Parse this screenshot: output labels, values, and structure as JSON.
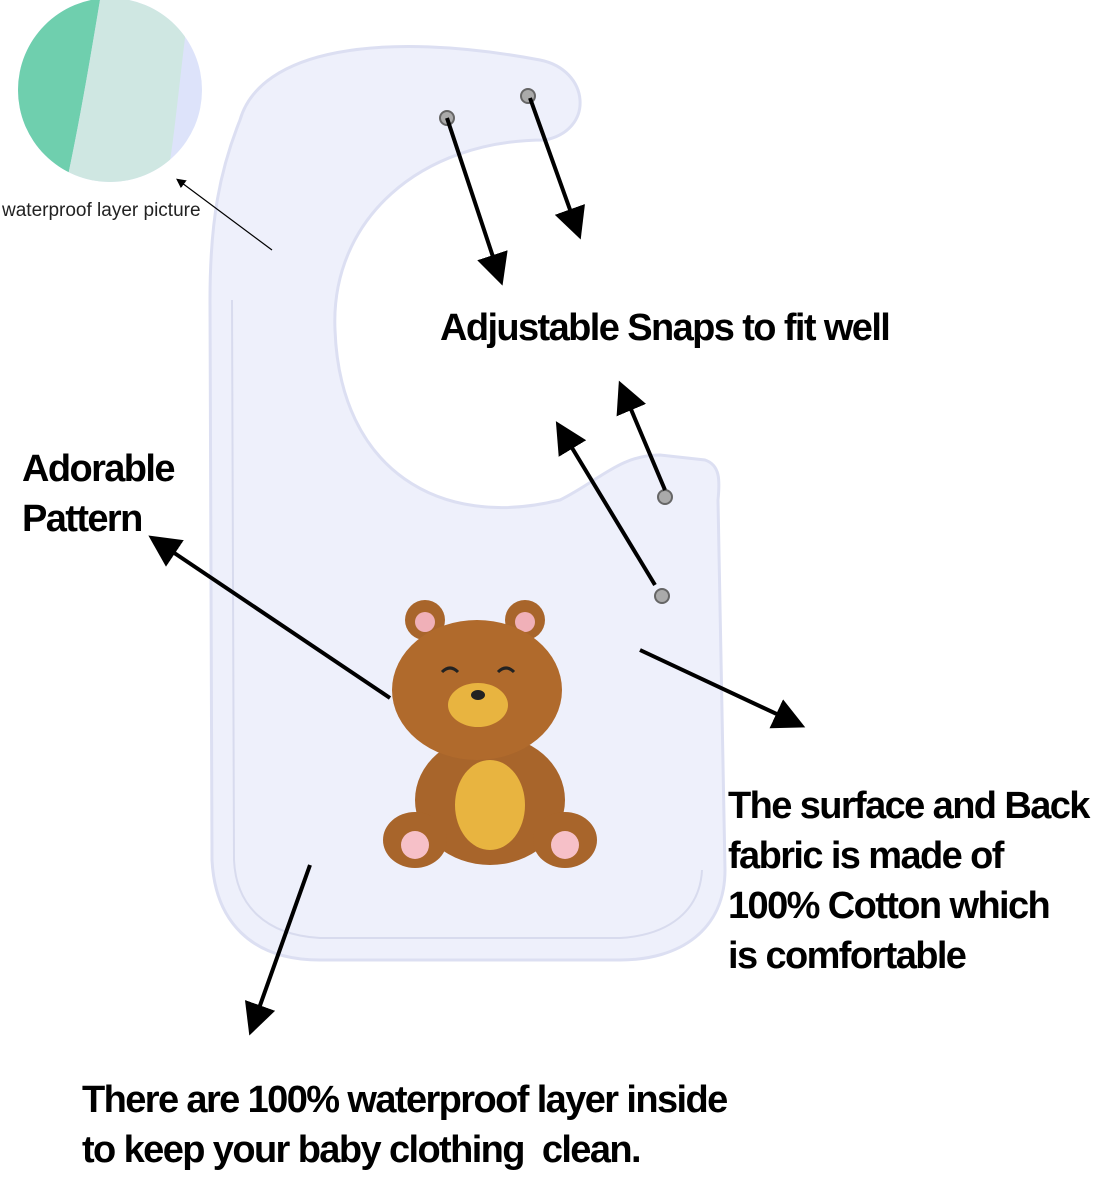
{
  "inset": {
    "caption": "waterproof layer picture"
  },
  "callouts": {
    "snaps": "Adjustable Snaps to fit well",
    "pattern": [
      "Adorable",
      "Pattern"
    ],
    "fabric": [
      "The surface and Back",
      "fabric is made of",
      "100% Cotton which",
      "is comfortable"
    ],
    "waterproof": [
      "There are 100% waterproof layer inside",
      "to keep your baby clothing  clean."
    ]
  },
  "colors": {
    "bib": "#eef0fb",
    "waterproof_green": "#6fcfae",
    "bear": "#b06a2c"
  }
}
